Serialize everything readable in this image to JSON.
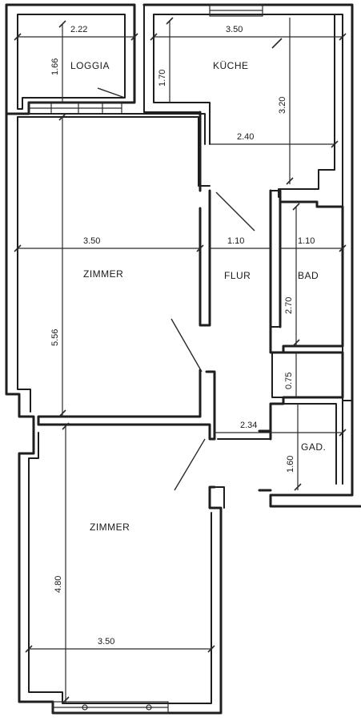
{
  "rooms": {
    "loggia": "LOGGIA",
    "kueche": "KÜCHE",
    "zimmer_top": "ZIMMER",
    "flur": "FLUR",
    "bad": "BAD",
    "gad": "GAD.",
    "zimmer_bottom": "ZIMMER"
  },
  "dimensions": {
    "loggia_width": "2.22",
    "loggia_depth": "1.66",
    "kueche_width": "3.50",
    "kueche_depth": "3.20",
    "kueche_upper": "1.70",
    "kueche_lower_width": "2.40",
    "zimmer_top_width": "3.50",
    "zimmer_top_depth": "5.56",
    "flur_width": "1.10",
    "bad_width": "1.10",
    "bad_depth": "2.70",
    "small_depth": "0.75",
    "gad_width": "2.34",
    "gad_depth": "1.60",
    "zimmer_bottom_depth": "4.80",
    "zimmer_bottom_width": "3.50"
  }
}
